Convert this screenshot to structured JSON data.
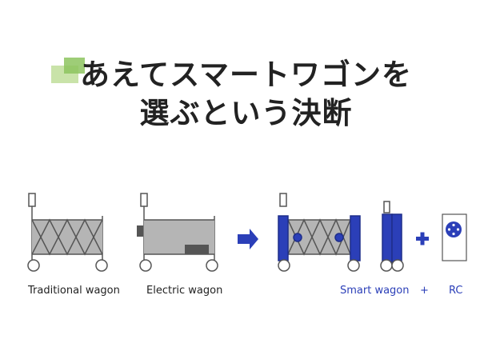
{
  "headline": {
    "line1": "あえてスマートワゴンを",
    "line2": "選ぶという決断"
  },
  "captions": {
    "traditional": "Traditional wagon",
    "electric": "Electric wagon",
    "smart": "Smart wagon",
    "plus": "+",
    "rc": "RC"
  },
  "colors": {
    "accent_blue": "#2b3fb8",
    "frame_gray": "#555555",
    "fill_gray": "#b5b5b5",
    "accent_green": "#8dc45f"
  },
  "icons": {
    "arrow": "right-arrow-icon",
    "plus": "plus-icon",
    "remote": "remote-control-icon"
  }
}
